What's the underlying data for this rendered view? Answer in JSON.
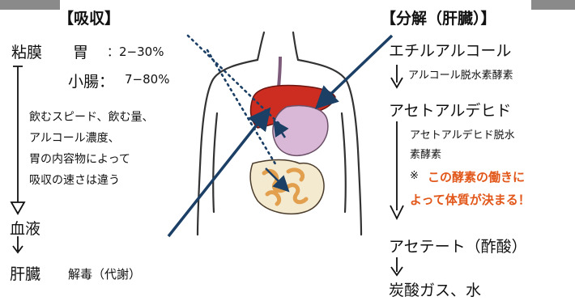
{
  "absorption": {
    "header": "【吸収】",
    "mucosa_label": "粘膜",
    "stomach_label": "胃",
    "stomach_rate": "：2−30%",
    "intestine_label": "小腸：",
    "intestine_rate": "7−80%",
    "description": [
      "飲むスピード、飲む量、",
      "アルコール濃度、",
      "胃の内容物によって",
      "吸収の速さは違う"
    ],
    "blood": "血液",
    "liver": "肝臓",
    "detox": "解毒（代謝）"
  },
  "decomposition": {
    "header": "【分解（肝臓）】",
    "step1": "エチルアルコール",
    "enzyme1": "アルコール脱水素酵素",
    "step2": "アセトアルデヒド",
    "enzyme2_line1": "アセトアルデヒド脱水",
    "enzyme2_line2": "素酵素",
    "note_mark": "※",
    "note_line1": "この酵素の働きに",
    "note_line2": "よって体質が決まる！",
    "step3": "アセテート（酢酸）",
    "step4": "炭酸ガス、水"
  },
  "colors": {
    "liver": "#cc2d20",
    "stomach": "#d9b7d6",
    "intestine": "#e2a04f",
    "arrow": "#1c3f66",
    "highlight": "#e2571a",
    "stripe": "#8a8a8a"
  }
}
